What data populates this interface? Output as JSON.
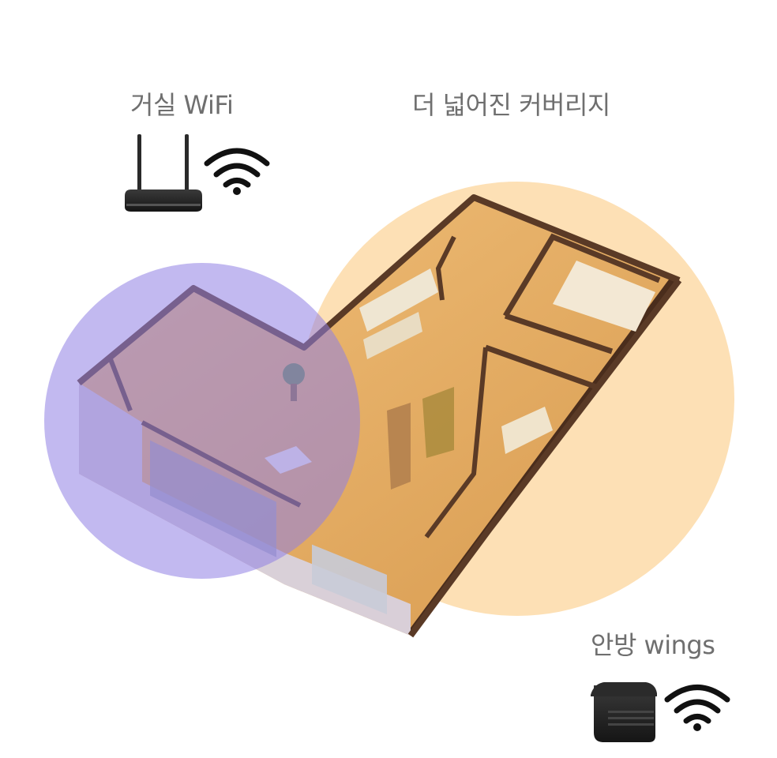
{
  "labels": {
    "living_wifi": "거실 WiFi",
    "coverage": "더 넓어진 커버리지",
    "room_wings": "안방 wings"
  },
  "icons": {
    "router": "router-icon",
    "wifi_signal": "wifi-signal-icon",
    "extender": "wings-extender-icon"
  },
  "colors": {
    "router_coverage": "#b6abec",
    "wings_coverage": "#fddba8",
    "floor": "#e0a45b",
    "wall": "#5a3a26",
    "label_text": "#6f6f6f"
  }
}
